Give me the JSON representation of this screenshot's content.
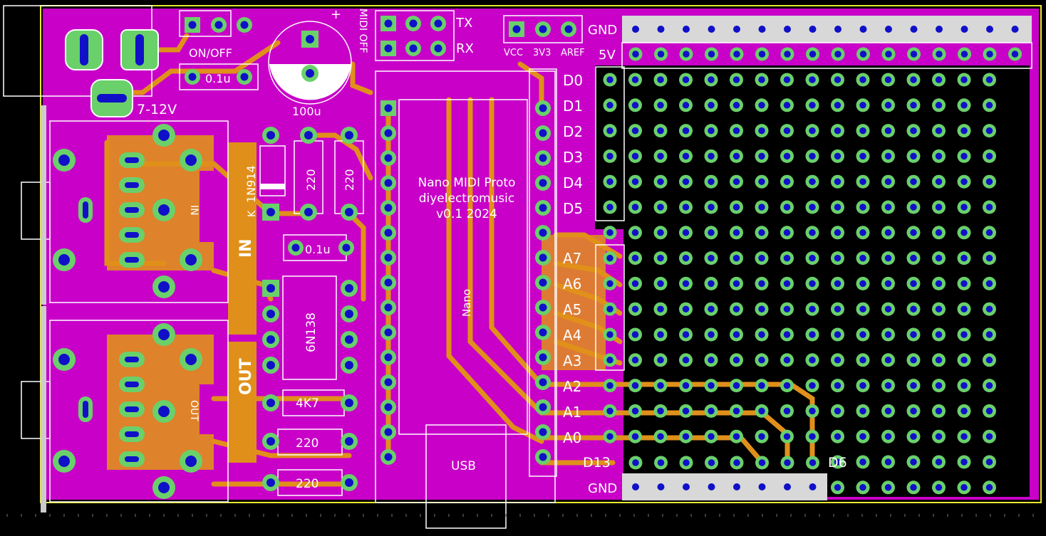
{
  "board": {
    "title_line1": "Nano MIDI Proto",
    "title_line2": "diyelectromusic",
    "title_line3": "v0.1 2024"
  },
  "labels": {
    "tx": "TX",
    "rx": "RX",
    "midi_off": "MIDI OFF",
    "gnd_top": "GND",
    "gnd_bottom": "GND",
    "five_v": "5V",
    "vcc": "VCC",
    "v3v3": "3V3",
    "aref": "AREF",
    "on_off": "ON/OFF",
    "cap_top": "0.1u",
    "cap_mid": "0.1u",
    "electrolytic": "100u",
    "electrolytic_plus": "+",
    "power_range": "7-12V",
    "diode": "1N914",
    "diode_k": "K",
    "r1": "220",
    "r2": "220",
    "r3": "4K7",
    "r4": "220",
    "r5": "220",
    "optocoupler": "6N138",
    "nano": "Nano",
    "usb": "USB",
    "midi_in_big": "IN",
    "midi_out_big": "OUT",
    "midi_in_jack": "IN",
    "midi_out_jack": "OUT",
    "d13": "D13",
    "d6": "D6"
  },
  "header_pins_top": [
    "D0",
    "D1",
    "D2",
    "D3",
    "D4",
    "D5"
  ],
  "header_pins_analog": [
    "A7",
    "A6",
    "A5",
    "A4",
    "A3",
    "A2",
    "A1",
    "A0"
  ],
  "colors": {
    "background": "#000000",
    "board_fill": "#c800c8",
    "copper_trace": "#e0901a",
    "pad_ring": "#6ad06a",
    "drill": "#1010c8",
    "silkscreen": "#ffffff",
    "edge": "#e8e830"
  }
}
